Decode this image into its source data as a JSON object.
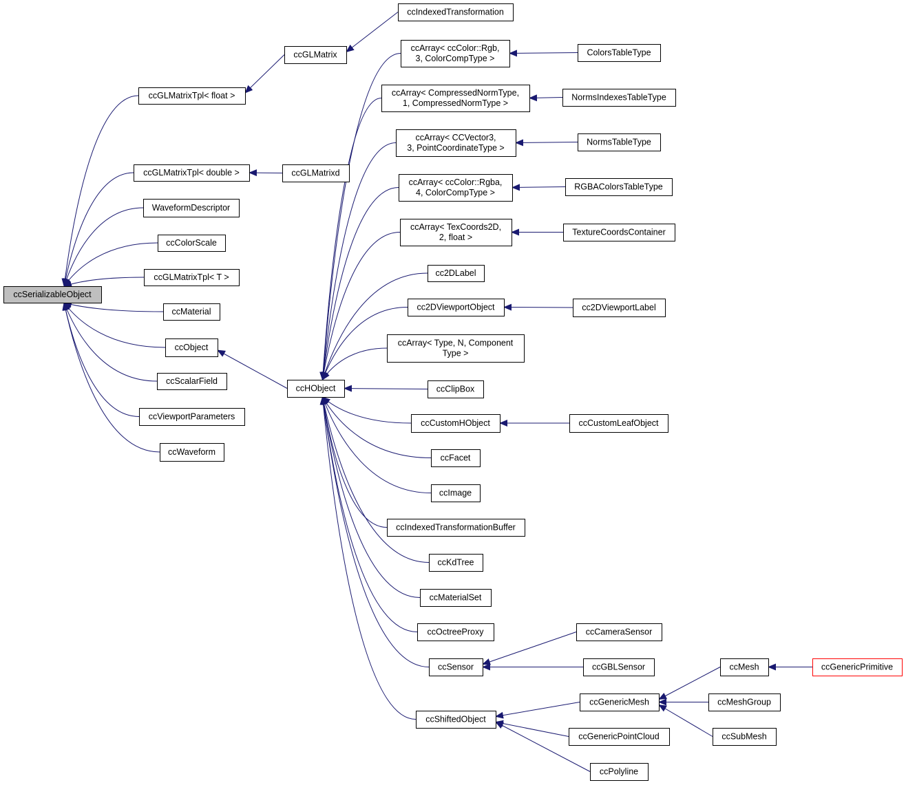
{
  "colors": {
    "edge": "#191970",
    "box_border": "#000000",
    "root_fill": "#bfbfbf",
    "highlight_border": "#ff0000",
    "background": "#ffffff"
  },
  "nodes": [
    {
      "id": "ccSerializableObject",
      "lines": [
        "ccSerializableObject"
      ]
    },
    {
      "id": "ccGLMatrixTpl_float",
      "lines": [
        "ccGLMatrixTpl< float >"
      ]
    },
    {
      "id": "ccGLMatrixTpl_double",
      "lines": [
        "ccGLMatrixTpl< double >"
      ]
    },
    {
      "id": "WaveformDescriptor",
      "lines": [
        "WaveformDescriptor"
      ]
    },
    {
      "id": "ccColorScale",
      "lines": [
        "ccColorScale"
      ]
    },
    {
      "id": "ccGLMatrixTpl_T",
      "lines": [
        "ccGLMatrixTpl< T >"
      ]
    },
    {
      "id": "ccMaterial",
      "lines": [
        "ccMaterial"
      ]
    },
    {
      "id": "ccObject",
      "lines": [
        "ccObject"
      ]
    },
    {
      "id": "ccScalarField",
      "lines": [
        "ccScalarField"
      ]
    },
    {
      "id": "ccViewportParameters",
      "lines": [
        "ccViewportParameters"
      ]
    },
    {
      "id": "ccWaveform",
      "lines": [
        "ccWaveform"
      ]
    },
    {
      "id": "ccGLMatrix",
      "lines": [
        "ccGLMatrix"
      ]
    },
    {
      "id": "ccGLMatrixd",
      "lines": [
        "ccGLMatrixd"
      ]
    },
    {
      "id": "ccIndexedTransformation",
      "lines": [
        "ccIndexedTransformation"
      ]
    },
    {
      "id": "ccHObject",
      "lines": [
        "ccHObject"
      ]
    },
    {
      "id": "ccArray_Rgb",
      "lines": [
        "ccArray< ccColor::Rgb,",
        "3, ColorCompType >"
      ]
    },
    {
      "id": "ccArray_Norm",
      "lines": [
        "ccArray< CompressedNormType,",
        "1, CompressedNormType >"
      ]
    },
    {
      "id": "ccArray_Vec3",
      "lines": [
        "ccArray< CCVector3,",
        "3, PointCoordinateType >"
      ]
    },
    {
      "id": "ccArray_Rgba",
      "lines": [
        "ccArray< ccColor::Rgba,",
        "4, ColorCompType >"
      ]
    },
    {
      "id": "ccArray_Tex",
      "lines": [
        "ccArray< TexCoords2D,",
        "2, float >"
      ]
    },
    {
      "id": "cc2DLabel",
      "lines": [
        "cc2DLabel"
      ]
    },
    {
      "id": "cc2DViewportObject",
      "lines": [
        "cc2DViewportObject"
      ]
    },
    {
      "id": "ccArray_Generic",
      "lines": [
        "ccArray< Type, N, Component",
        "Type >"
      ]
    },
    {
      "id": "ccClipBox",
      "lines": [
        "ccClipBox"
      ]
    },
    {
      "id": "ccCustomHObject",
      "lines": [
        "ccCustomHObject"
      ]
    },
    {
      "id": "ccFacet",
      "lines": [
        "ccFacet"
      ]
    },
    {
      "id": "ccImage",
      "lines": [
        "ccImage"
      ]
    },
    {
      "id": "ccIndexedTransformationBuffer",
      "lines": [
        "ccIndexedTransformationBuffer"
      ]
    },
    {
      "id": "ccKdTree",
      "lines": [
        "ccKdTree"
      ]
    },
    {
      "id": "ccMaterialSet",
      "lines": [
        "ccMaterialSet"
      ]
    },
    {
      "id": "ccOctreeProxy",
      "lines": [
        "ccOctreeProxy"
      ]
    },
    {
      "id": "ccSensor",
      "lines": [
        "ccSensor"
      ]
    },
    {
      "id": "ccShiftedObject",
      "lines": [
        "ccShiftedObject"
      ]
    },
    {
      "id": "ColorsTableType",
      "lines": [
        "ColorsTableType"
      ]
    },
    {
      "id": "NormsIndexesTableType",
      "lines": [
        "NormsIndexesTableType"
      ]
    },
    {
      "id": "NormsTableType",
      "lines": [
        "NormsTableType"
      ]
    },
    {
      "id": "RGBAColorsTableType",
      "lines": [
        "RGBAColorsTableType"
      ]
    },
    {
      "id": "TextureCoordsContainer",
      "lines": [
        "TextureCoordsContainer"
      ]
    },
    {
      "id": "cc2DViewportLabel",
      "lines": [
        "cc2DViewportLabel"
      ]
    },
    {
      "id": "ccCustomLeafObject",
      "lines": [
        "ccCustomLeafObject"
      ]
    },
    {
      "id": "ccCameraSensor",
      "lines": [
        "ccCameraSensor"
      ]
    },
    {
      "id": "ccGBLSensor",
      "lines": [
        "ccGBLSensor"
      ]
    },
    {
      "id": "ccGenericMesh",
      "lines": [
        "ccGenericMesh"
      ]
    },
    {
      "id": "ccGenericPointCloud",
      "lines": [
        "ccGenericPointCloud"
      ]
    },
    {
      "id": "ccPolyline",
      "lines": [
        "ccPolyline"
      ]
    },
    {
      "id": "ccMesh",
      "lines": [
        "ccMesh"
      ]
    },
    {
      "id": "ccMeshGroup",
      "lines": [
        "ccMeshGroup"
      ]
    },
    {
      "id": "ccSubMesh",
      "lines": [
        "ccSubMesh"
      ]
    },
    {
      "id": "ccGenericPrimitive",
      "lines": [
        "ccGenericPrimitive"
      ]
    }
  ],
  "edges": [
    {
      "from": "ccGLMatrixTpl_float",
      "to": "ccSerializableObject"
    },
    {
      "from": "ccGLMatrixTpl_double",
      "to": "ccSerializableObject"
    },
    {
      "from": "WaveformDescriptor",
      "to": "ccSerializableObject"
    },
    {
      "from": "ccColorScale",
      "to": "ccSerializableObject"
    },
    {
      "from": "ccGLMatrixTpl_T",
      "to": "ccSerializableObject"
    },
    {
      "from": "ccMaterial",
      "to": "ccSerializableObject"
    },
    {
      "from": "ccObject",
      "to": "ccSerializableObject"
    },
    {
      "from": "ccScalarField",
      "to": "ccSerializableObject"
    },
    {
      "from": "ccViewportParameters",
      "to": "ccSerializableObject"
    },
    {
      "from": "ccWaveform",
      "to": "ccSerializableObject"
    },
    {
      "from": "ccGLMatrix",
      "to": "ccGLMatrixTpl_float"
    },
    {
      "from": "ccIndexedTransformation",
      "to": "ccGLMatrix"
    },
    {
      "from": "ccGLMatrixd",
      "to": "ccGLMatrixTpl_double"
    },
    {
      "from": "ccHObject",
      "to": "ccObject"
    },
    {
      "from": "ccArray_Rgb",
      "to": "ccHObject"
    },
    {
      "from": "ccArray_Norm",
      "to": "ccHObject"
    },
    {
      "from": "ccArray_Vec3",
      "to": "ccHObject"
    },
    {
      "from": "ccArray_Rgba",
      "to": "ccHObject"
    },
    {
      "from": "ccArray_Tex",
      "to": "ccHObject"
    },
    {
      "from": "cc2DLabel",
      "to": "ccHObject"
    },
    {
      "from": "cc2DViewportObject",
      "to": "ccHObject"
    },
    {
      "from": "ccArray_Generic",
      "to": "ccHObject"
    },
    {
      "from": "ccClipBox",
      "to": "ccHObject"
    },
    {
      "from": "ccCustomHObject",
      "to": "ccHObject"
    },
    {
      "from": "ccFacet",
      "to": "ccHObject"
    },
    {
      "from": "ccImage",
      "to": "ccHObject"
    },
    {
      "from": "ccIndexedTransformationBuffer",
      "to": "ccHObject"
    },
    {
      "from": "ccKdTree",
      "to": "ccHObject"
    },
    {
      "from": "ccMaterialSet",
      "to": "ccHObject"
    },
    {
      "from": "ccOctreeProxy",
      "to": "ccHObject"
    },
    {
      "from": "ccSensor",
      "to": "ccHObject"
    },
    {
      "from": "ccShiftedObject",
      "to": "ccHObject"
    },
    {
      "from": "ColorsTableType",
      "to": "ccArray_Rgb"
    },
    {
      "from": "NormsIndexesTableType",
      "to": "ccArray_Norm"
    },
    {
      "from": "NormsTableType",
      "to": "ccArray_Vec3"
    },
    {
      "from": "RGBAColorsTableType",
      "to": "ccArray_Rgba"
    },
    {
      "from": "TextureCoordsContainer",
      "to": "ccArray_Tex"
    },
    {
      "from": "cc2DViewportLabel",
      "to": "cc2DViewportObject"
    },
    {
      "from": "ccCustomLeafObject",
      "to": "ccCustomHObject"
    },
    {
      "from": "ccCameraSensor",
      "to": "ccSensor"
    },
    {
      "from": "ccGBLSensor",
      "to": "ccSensor"
    },
    {
      "from": "ccGenericMesh",
      "to": "ccShiftedObject"
    },
    {
      "from": "ccGenericPointCloud",
      "to": "ccShiftedObject"
    },
    {
      "from": "ccPolyline",
      "to": "ccShiftedObject"
    },
    {
      "from": "ccMesh",
      "to": "ccGenericMesh"
    },
    {
      "from": "ccMeshGroup",
      "to": "ccGenericMesh"
    },
    {
      "from": "ccSubMesh",
      "to": "ccGenericMesh"
    },
    {
      "from": "ccGenericPrimitive",
      "to": "ccMesh"
    }
  ]
}
